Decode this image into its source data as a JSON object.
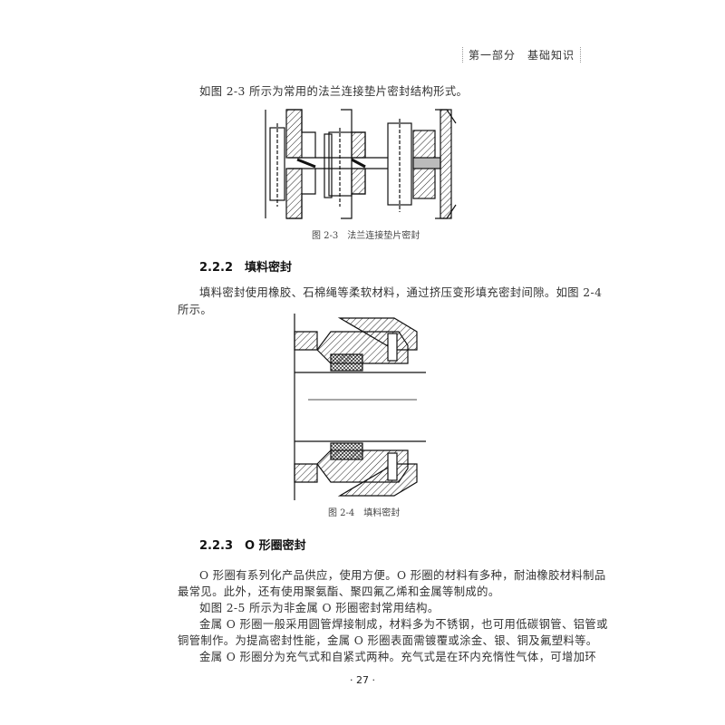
{
  "header": {
    "running_title": "第一部分　基础知识"
  },
  "intro_line": "如图 2-3 所示为常用的法兰连接垫片密封结构形式。",
  "figure_2_3": {
    "caption": "图 2-3　法兰连接垫片密封"
  },
  "section_222": {
    "heading": "2.2.2　填料密封",
    "lines": [
      "填料密封使用橡胶、石棉绳等柔软材料，通过挤压变形填充密封间隙。如图 2-4",
      "所示。"
    ]
  },
  "figure_2_4": {
    "caption": "图 2-4　填料密封"
  },
  "section_223": {
    "heading": "2.2.3　O 形圈密封",
    "lines": [
      "O 形圈有系列化产品供应，使用方便。O 形圈的材料有多种，耐油橡胶材料制品",
      "最常见。此外，还有使用聚氨酯、聚四氟乙烯和金属等制成的。",
      "如图 2-5 所示为非金属 O 形圈密封常用结构。",
      "金属 O 形圈一般采用圆管焊接制成，材料多为不锈钢，也可用低碳钢管、铝管或",
      "铜管制作。为提高密封性能，金属 O 形圈表面需镀覆或涂金、银、铜及氟塑料等。",
      "金属 O 形圈分为充气式和自紧式两种。充气式是在环内充惰性气体，可增加环"
    ]
  },
  "page_number": "· 27 ·"
}
